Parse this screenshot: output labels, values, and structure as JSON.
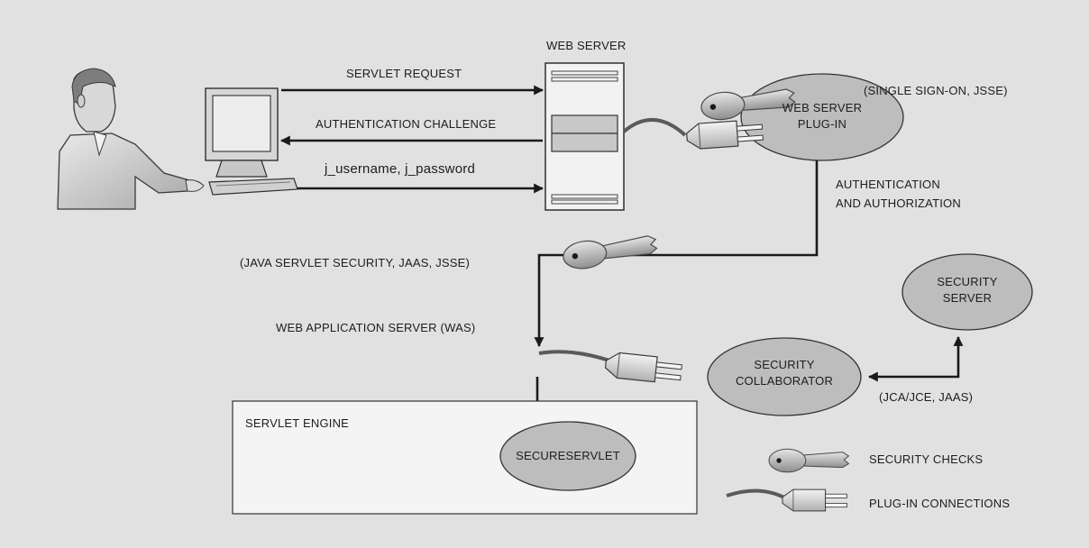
{
  "labels": {
    "web_server": "WEB SERVER",
    "servlet_request": "SERVLET REQUEST",
    "auth_challenge": "AUTHENTICATION CHALLENGE",
    "credentials": "j_username, j_password",
    "single_sign_on": "(SINGLE SIGN-ON, JSSE)",
    "web_server_plugin_line1": "WEB SERVER",
    "web_server_plugin_line2": "PLUG-IN",
    "authn_authz_line1": "AUTHENTICATION",
    "authn_authz_line2": "AND AUTHORIZATION",
    "java_servlet_security": "(JAVA SERVLET SECURITY, JAAS, JSSE)",
    "was": "WEB APPLICATION SERVER (WAS)",
    "security_server_line1": "SECURITY",
    "security_server_line2": "SERVER",
    "security_collaborator_line1": "SECURITY",
    "security_collaborator_line2": "COLLABORATOR",
    "jca_jce": "(JCA/JCE, JAAS)",
    "servlet_engine": "SERVLET ENGINE",
    "secure_servlet": "SECURESERVLET",
    "legend_security_checks": "SECURITY CHECKS",
    "legend_plugin_connections": "PLUG-IN CONNECTIONS"
  },
  "icons": {
    "user": "user-at-computer-icon",
    "server": "web-server-tower-icon",
    "key": "key-icon",
    "plug": "plug-icon"
  },
  "colors": {
    "background": "#e1e1e1",
    "ellipse_fill": "#bdbdbd",
    "line": "#1a1a1a"
  }
}
